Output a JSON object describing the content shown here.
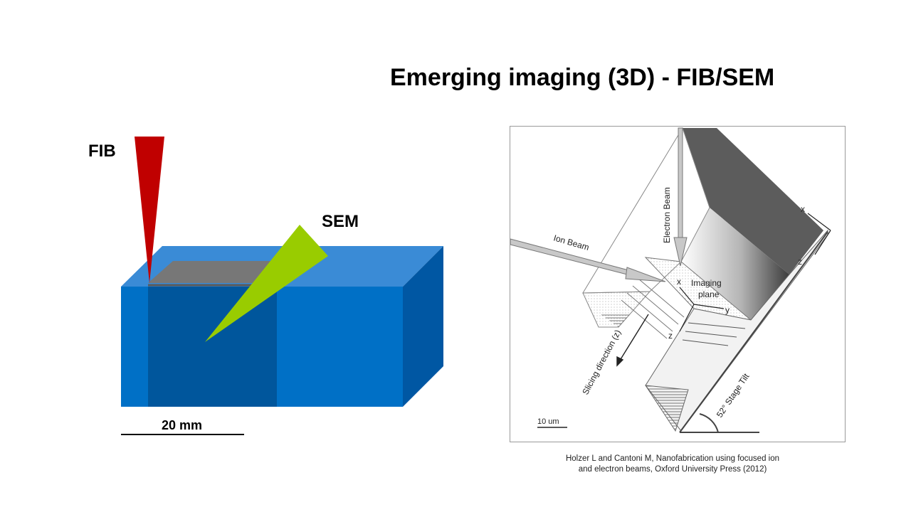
{
  "slide": {
    "title": "Emerging imaging (3D) - FIB/SEM"
  },
  "left_diagram": {
    "fib_label": "FIB",
    "sem_label": "SEM",
    "scale_label": "20 mm",
    "colors": {
      "block_front": "#0070c6",
      "block_top": "#3a8bd6",
      "block_side": "#0057a3",
      "cut_region": "#00569c",
      "cut_surface": "#777777",
      "fib_beam": "#c00000",
      "sem_beam": "#99cc00"
    }
  },
  "figure": {
    "labels": {
      "electron_beam": "Electron Beam",
      "ion_beam": "Ion Beam",
      "imaging_plane_line1": "Imaging",
      "imaging_plane_line2": "plane",
      "axis_x": "x",
      "axis_y": "y",
      "axis_z": "z",
      "axis_x_outer": "x",
      "axis_z_outer": "z",
      "slicing_direction": "Slicing direction (z)",
      "stage_tilt": "52° Stage Tilt",
      "scale_bar": "10 um"
    }
  },
  "caption": {
    "line1": "Holzer L and Cantoni M,  Nanofabrication using focused ion",
    "line2": "and electron beams, Oxford University Press (2012)"
  }
}
